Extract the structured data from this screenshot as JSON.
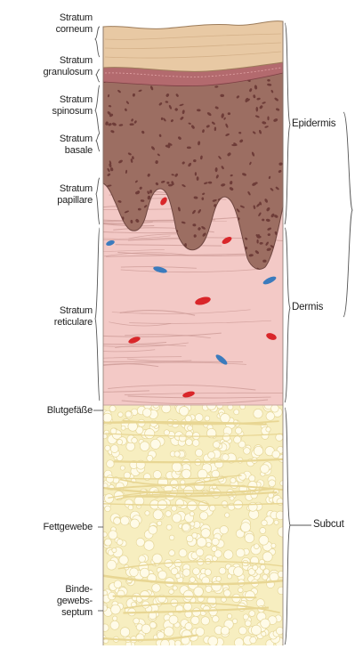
{
  "layer_labels": {
    "stratum_corneum": [
      "Stratum",
      "corneum"
    ],
    "stratum_granulosum": [
      "Stratum",
      "granulosum"
    ],
    "stratum_spinosum": [
      "Stratum",
      "spinosum"
    ],
    "stratum_basale": [
      "Stratum",
      "basale"
    ],
    "stratum_papillare": [
      "Stratum",
      "papillare"
    ],
    "stratum_reticulare": [
      "Stratum",
      "reticulare"
    ],
    "blutgefaesse": [
      "Blutgefäße"
    ],
    "fettgewebe": [
      "Fettgewebe"
    ],
    "bindegewebsseptum": [
      "Binde-",
      "gewebs-",
      "septum"
    ]
  },
  "region_labels": {
    "epidermis": "Epidermis",
    "dermis": "Dermis",
    "subcutis": "Subcut"
  },
  "colors": {
    "corneum": "#e8c9a4",
    "granulosum": "#b36a6e",
    "epidermis": "#9c6e62",
    "nucleus": "#6e3c38",
    "dermis": "#f3c9c6",
    "fiber": "#c99793",
    "artery": "#d9262a",
    "vein": "#3b7bbd",
    "subcutis": "#f7eec0",
    "fat_cell": "#e6d79a"
  }
}
